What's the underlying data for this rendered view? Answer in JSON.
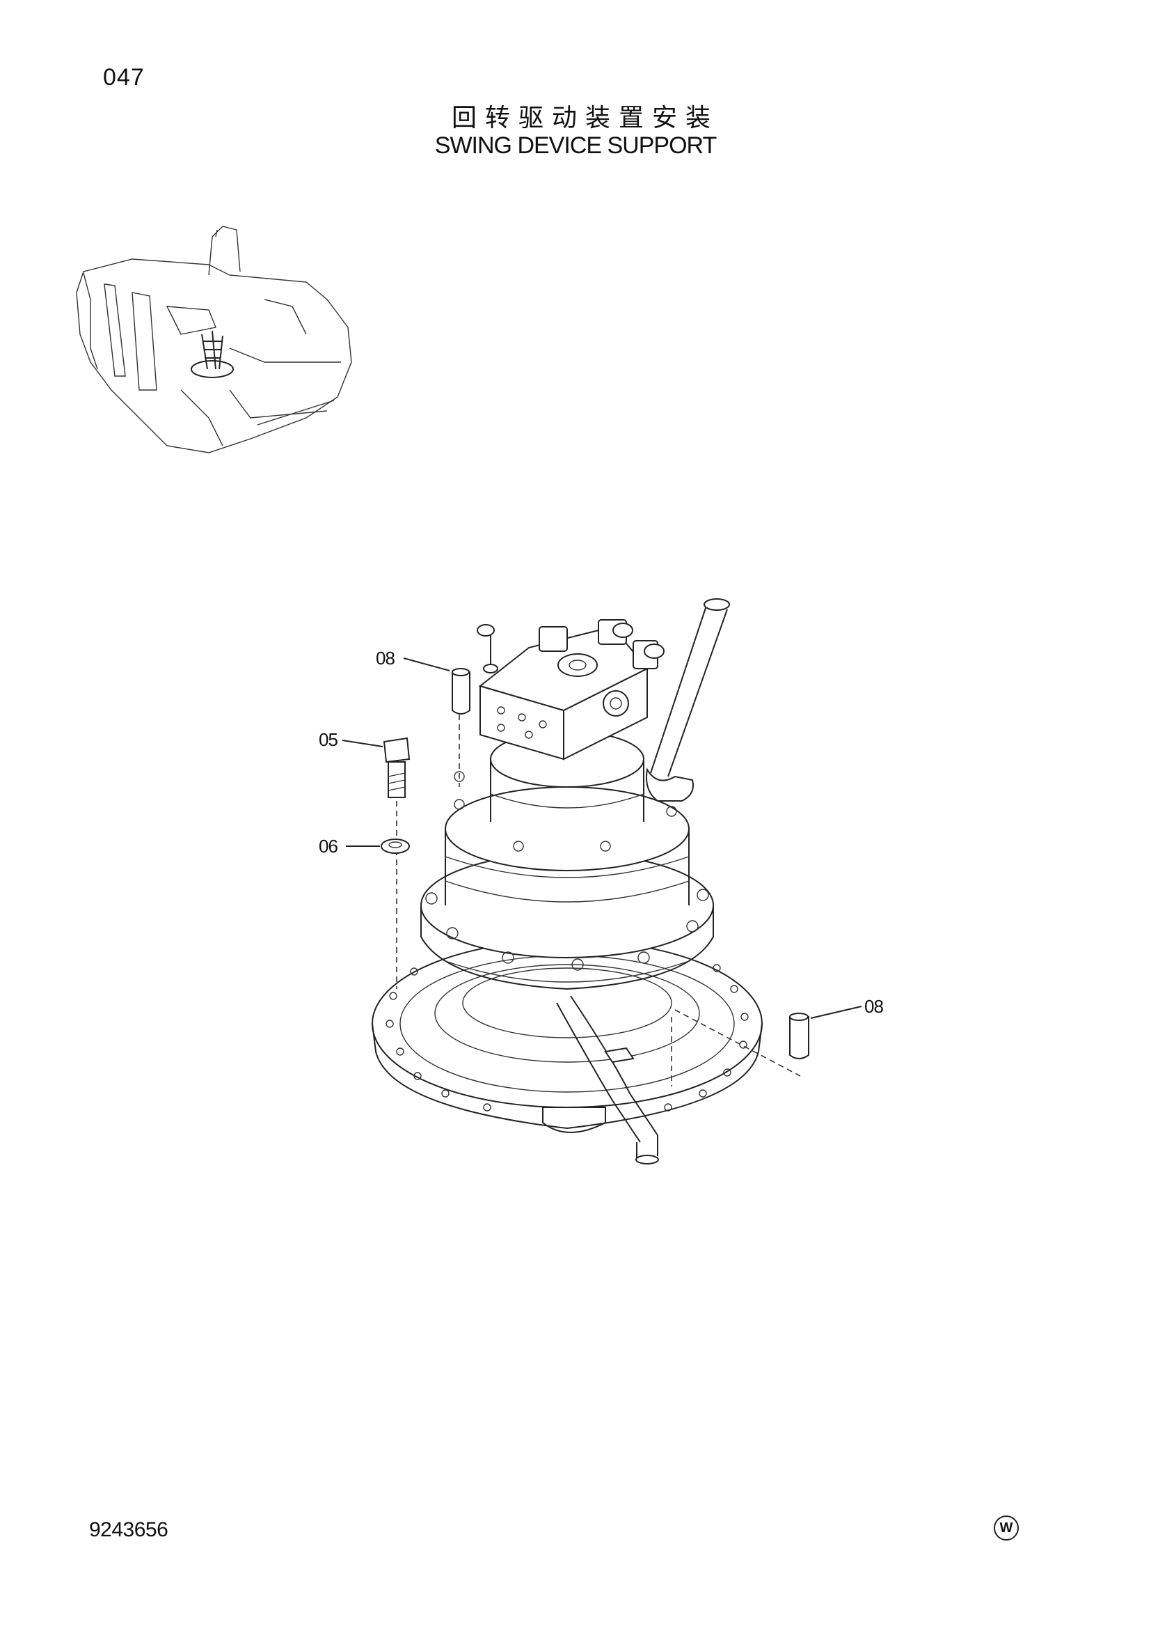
{
  "page_number": "047",
  "title_cn": "回转驱动装置安装",
  "title_en": "SWING DEVICE SUPPORT",
  "callouts": [
    "08",
    "05",
    "06",
    "08"
  ],
  "document_number": "9243656",
  "mark": "W"
}
